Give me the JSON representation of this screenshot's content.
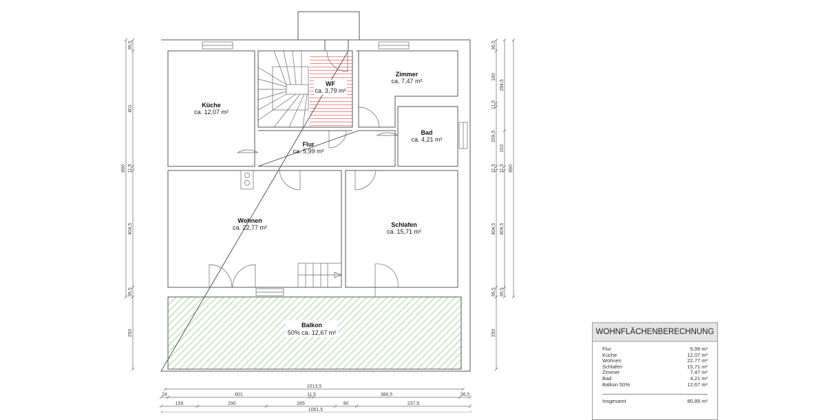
{
  "rooms": {
    "kueche": {
      "name": "Küche",
      "area": "ca. 12,07 m²"
    },
    "wf": {
      "name": "WF",
      "area": "ca. 3,79 m²"
    },
    "zimmer": {
      "name": "Zimmer",
      "area": "ca. 7,47 m²"
    },
    "bad": {
      "name": "Bad",
      "area": "ca. 4,21 m²"
    },
    "flur": {
      "name": "Flur",
      "area": "ca. 5,99 m²"
    },
    "wohnen": {
      "name": "Wohnen",
      "area": "ca. 22,77 m²"
    },
    "schlafen": {
      "name": "Schlafen",
      "area": "ca. 15,71 m²"
    },
    "balkon": {
      "name": "Balkon",
      "area": "50% ca. 12,67 m²"
    }
  },
  "hatch_colors": {
    "wf": "#e87070",
    "balkon": "#8fcf7a"
  },
  "dimensions": {
    "left_outer": [
      "890"
    ],
    "left_inner": [
      "36,5",
      "401",
      "11,5",
      "404,5",
      "36,5",
      "250"
    ],
    "right_a": [
      "36,5",
      "180",
      "11,5",
      "209,5",
      "11,5",
      "404,5",
      "36,5",
      "250"
    ],
    "right_b": [
      "284,5",
      "153",
      "11,5",
      "404,5",
      "36,5"
    ],
    "right_c": [
      "890"
    ],
    "bottom_a": [
      "1013,5"
    ],
    "bottom_b": [
      "24",
      "601",
      "11,5",
      "388,5",
      "36,5"
    ],
    "bottom_c": [
      "159",
      "290",
      "285",
      "90",
      "237,5"
    ],
    "bottom_total": [
      "1061,5"
    ]
  },
  "table": {
    "title": "WOHNFLÄCHENBERECHNUNG",
    "rows": [
      {
        "label": "Flur",
        "value": "5,99 m²"
      },
      {
        "label": "Küche",
        "value": "12,07 m²"
      },
      {
        "label": "Wohnen",
        "value": "22,77 m²"
      },
      {
        "label": "Schlafen",
        "value": "15,71 m²"
      },
      {
        "label": "Zimmer",
        "value": "7,47 m²"
      },
      {
        "label": "Bad",
        "value": "4,21 m²"
      },
      {
        "label": "Balkon 50%",
        "value": "12,67 m²"
      }
    ],
    "total": {
      "label": "Insgesamt",
      "value": "80,89 m²"
    }
  }
}
